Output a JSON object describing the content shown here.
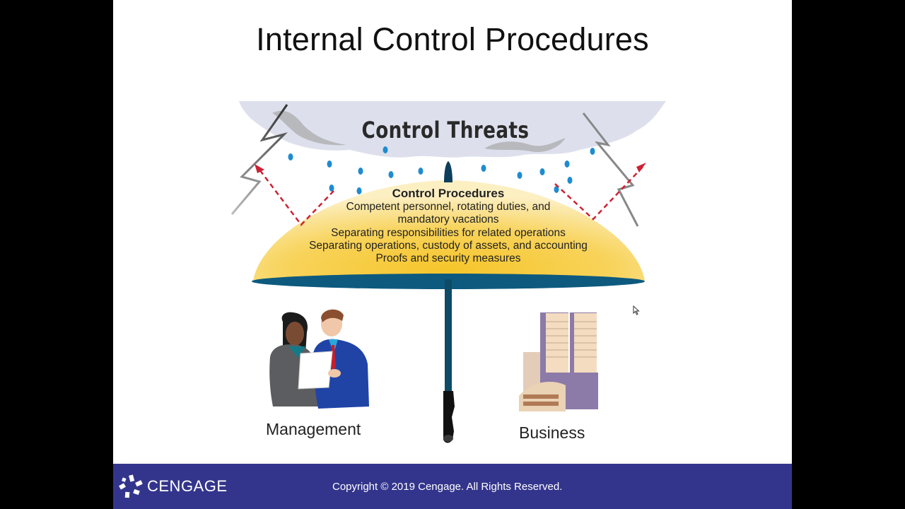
{
  "slide": {
    "title": "Internal Control Procedures",
    "cloud_label": "Control Threats",
    "umbrella": {
      "heading": "Control Procedures",
      "lines": [
        "Competent personnel, rotating duties, and",
        "mandatory vacations",
        "Separating responsibilities for related operations",
        "Separating operations, custody of assets, and accounting",
        "Proofs and security measures"
      ]
    },
    "figures": {
      "left_label": "Management",
      "right_label": "Business"
    }
  },
  "footer": {
    "brand": "CENGAGE",
    "copyright": "Copyright © 2019 Cengage. All Rights Reserved."
  },
  "colors": {
    "footer_bg": "#33358c",
    "umbrella_canopy": "#f7c934",
    "umbrella_rim": "#0d5a7e",
    "cloud": "#dde0ec",
    "raindrop": "#1e8ccf",
    "arrow": "#cc2233"
  }
}
